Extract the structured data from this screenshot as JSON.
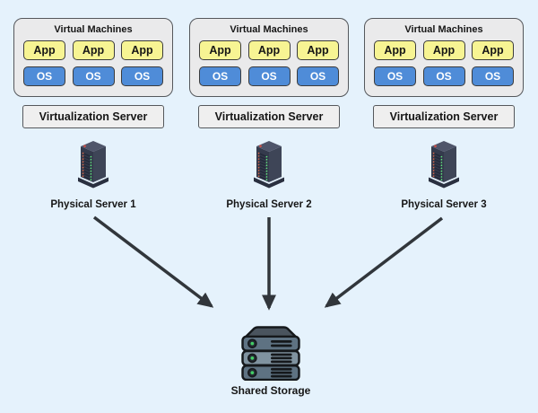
{
  "diagram": {
    "columns": [
      {
        "vm_title": "Virtual Machines",
        "vms": [
          {
            "app": "App",
            "os": "OS"
          },
          {
            "app": "App",
            "os": "OS"
          },
          {
            "app": "App",
            "os": "OS"
          }
        ],
        "server_label": "Virtualization Server",
        "physical_label": "Physical Server 1"
      },
      {
        "vm_title": "Virtual Machines",
        "vms": [
          {
            "app": "App",
            "os": "OS"
          },
          {
            "app": "App",
            "os": "OS"
          },
          {
            "app": "App",
            "os": "OS"
          }
        ],
        "server_label": "Virtualization Server",
        "physical_label": "Physical Server 2"
      },
      {
        "vm_title": "Virtual Machines",
        "vms": [
          {
            "app": "App",
            "os": "OS"
          },
          {
            "app": "App",
            "os": "OS"
          },
          {
            "app": "App",
            "os": "OS"
          }
        ],
        "server_label": "Virtualization Server",
        "physical_label": "Physical Server 3"
      }
    ],
    "storage_label": "Shared Storage",
    "icons": {
      "physical_server": "tower-server-icon",
      "shared_storage": "storage-array-icon",
      "arrows": "flow-arrow"
    },
    "colors": {
      "background": "#E5F2FC",
      "panel_gray": "#EAEAEB",
      "panel_border": "#55585C",
      "app_yellow": "#F7F493",
      "os_blue": "#4F8CD8",
      "box_border": "#3C3C3C",
      "arrow_dark": "#31363B",
      "tower_body": "#3E4557",
      "storage_slate": "#5E7282",
      "led_green": "#43CD66",
      "led_red": "#D26A4F",
      "text": "#161616"
    }
  }
}
